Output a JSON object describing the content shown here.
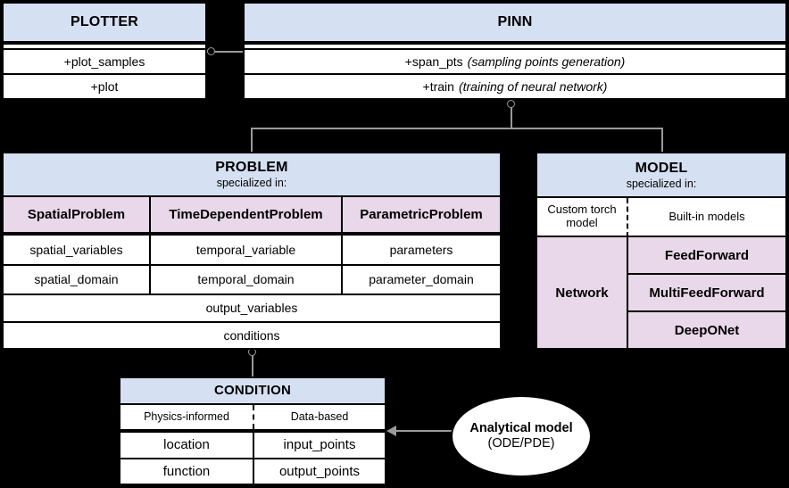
{
  "diagram": {
    "title": "PINA software architecture UML diagram",
    "colors": {
      "header_blue": "#d5e0f2",
      "subclass_purple": "#e9d8e9",
      "box_fill": "#ffffff",
      "border": "#000000",
      "connector": "#9a9a9a",
      "background": "#000000"
    }
  },
  "plotter": {
    "title": "PLOTTER",
    "methods": [
      "+plot_samples",
      "+plot"
    ]
  },
  "pinn": {
    "title": "PINN",
    "methods": [
      {
        "name": "+span_pts",
        "note": "(sampling points generation)"
      },
      {
        "name": "+train",
        "note": "(training of neural network)"
      }
    ]
  },
  "problem": {
    "title": "PROBLEM",
    "subtitle": "specialized in:",
    "subclasses": [
      "SpatialProblem",
      "TimeDependentProblem",
      "ParametricProblem"
    ],
    "attribute_rows": [
      [
        "spatial_variables",
        "temporal_variable",
        "parameters"
      ],
      [
        "spatial_domain",
        "temporal_domain",
        "parameter_domain"
      ]
    ],
    "shared_attributes": [
      "output_variables",
      "conditions"
    ]
  },
  "model": {
    "title": "MODEL",
    "subtitle": "specialized in:",
    "custom_label": "Custom torch model",
    "builtin_label": "Built-in models",
    "network_label": "Network",
    "builtin_models": [
      "FeedForward",
      "MultiFeedForward",
      "DeepONet"
    ]
  },
  "condition": {
    "title": "CONDITION",
    "kinds": [
      "Physics-informed",
      "Data-based"
    ],
    "rows": [
      [
        "location",
        "input_points"
      ],
      [
        "function",
        "output_points"
      ]
    ]
  },
  "analytical_model": {
    "line1": "Analytical model",
    "line2": "(ODE/PDE)"
  }
}
